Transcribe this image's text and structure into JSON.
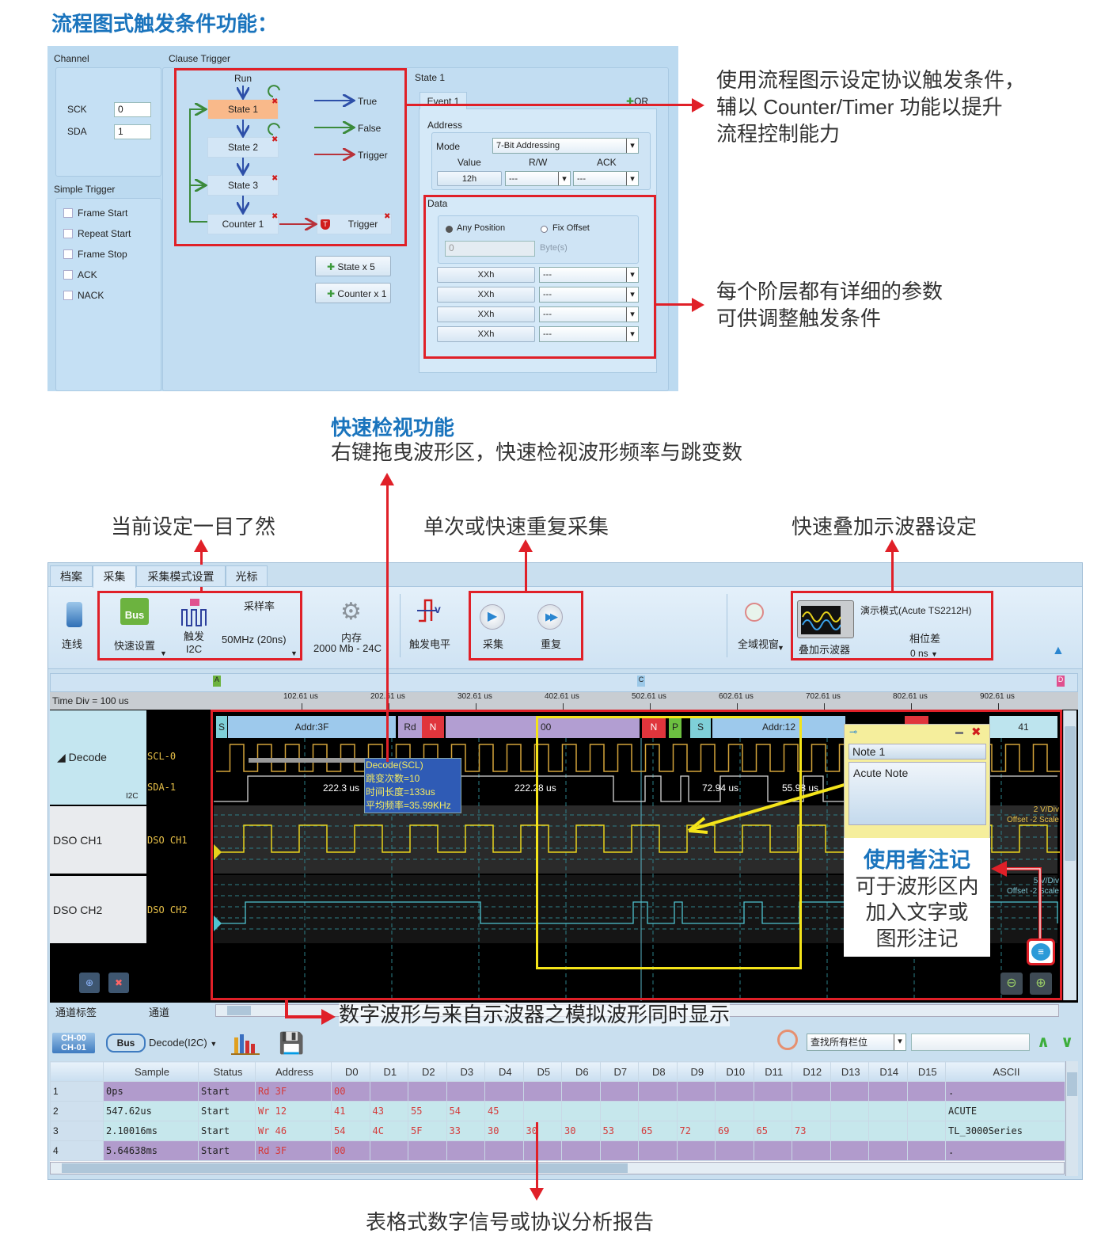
{
  "heading": "流程图式触发条件功能：",
  "trigger_panel": {
    "channel_label": "Channel",
    "sck_label": "SCK",
    "sck_value": "0",
    "sda_label": "SDA",
    "sda_value": "1",
    "simple_trigger_label": "Simple Trigger",
    "simple_triggers": [
      "Frame Start",
      "Repeat Start",
      "Frame Stop",
      "ACK",
      "NACK"
    ],
    "clause_trigger_label": "Clause Trigger",
    "run_label": "Run",
    "states": [
      "State 1",
      "State 2",
      "State 3",
      "Counter 1"
    ],
    "trigger_node": "Trigger",
    "legend": [
      "True",
      "False",
      "Trigger"
    ],
    "add_state": "State x 5",
    "add_counter": "Counter x 1",
    "state_title": "State 1",
    "event_tab": "Event 1",
    "or_button": "OR",
    "address_label": "Address",
    "mode_label": "Mode",
    "mode_value": "7-Bit Addressing",
    "value_label": "Value",
    "rw_label": "R/W",
    "ack_label": "ACK",
    "value": "12h",
    "rw_value": "---",
    "ack_value": "---",
    "data_label": "Data",
    "any_position": "Any Position",
    "fix_offset": "Fix Offset",
    "offset_value": "0",
    "bytes_label": "Byte(s)",
    "data_rows": [
      {
        "v": "XXh",
        "s": "---"
      },
      {
        "v": "XXh",
        "s": "---"
      },
      {
        "v": "XXh",
        "s": "---"
      },
      {
        "v": "XXh",
        "s": "---"
      }
    ]
  },
  "callouts": {
    "flow": [
      "使用流程图示设定协议触发条件，",
      "辅以 Counter/Timer 功能以提升",
      "流程控制能力"
    ],
    "params": [
      "每个阶层都有详细的参数",
      "可供调整触发条件"
    ],
    "quickview_title": "快速检视功能",
    "quickview_desc": "右键拖曳波形区，快速检视波形频率与跳变数",
    "current_settings": "当前设定一目了然",
    "acquire": "单次或快速重复采集",
    "overlay": "快速叠加示波器设定",
    "mixed": "数字波形与来自示波器之模拟波形同时显示",
    "note_title": "使用者注记",
    "note_desc": [
      "可于波形区内",
      "加入文字或",
      "图形注记"
    ],
    "report": "表格式数字信号或协议分析报告"
  },
  "app": {
    "tabs": [
      "档案",
      "采集",
      "采集模式设置",
      "光标"
    ],
    "ribbon": {
      "connect": "连线",
      "quick_setup": "快速设置",
      "bus_icon_text": "Bus",
      "trigger": "触发",
      "trigger_sub": "I2C",
      "sample_rate_label": "采样率",
      "sample_rate": "50MHz (20ns)",
      "memory": "内存",
      "memory_value": "2000 Mb - 24C",
      "trigger_level": "触发电平",
      "acquire": "采集",
      "repeat": "重复",
      "global_view": "全域视窗",
      "demo_mode": "演示模式(Acute TS2212H)",
      "overlay_scope": "叠加示波器",
      "phase_label": "相位差",
      "phase_value": "0 ns"
    },
    "timediv": "Time Div = 100 us",
    "ruler_ticks": [
      "102.61 us",
      "202.61 us",
      "302.61 us",
      "402.61 us",
      "502.61 us",
      "602.61 us",
      "702.61 us",
      "802.61 us",
      "902.61 us"
    ],
    "cursors": [
      "A",
      "C",
      "D"
    ],
    "rows": {
      "decode": "Decode",
      "decode_sub": "I2C",
      "ch1": "DSO CH1",
      "ch2": "DSO CH2"
    },
    "lanes": [
      "SCL-0",
      "SDA-1",
      "DSO CH1",
      "DSO CH2"
    ],
    "decode_segments": [
      "S",
      "Addr:3F",
      "Rd",
      "N",
      "00",
      "N",
      "P",
      "S",
      "Addr:12",
      "41"
    ],
    "measures": [
      "222.3 us",
      "222.28 us",
      "72.94 us",
      "55.98 us"
    ],
    "tooltip": [
      "Decode(SCL)",
      "跳变次数=10",
      "时间长度=133us",
      "平均频率=35.99KHz"
    ],
    "ch1_scale": [
      "2 V/Div",
      "Offset -2 Scale"
    ],
    "ch2_scale": [
      "5 V/Div",
      "Offset -2 Scale"
    ],
    "note": {
      "title": "Note 1",
      "body": "Acute Note"
    },
    "footer": [
      "通道标签",
      "通道"
    ],
    "table_toolbar": {
      "ch_top": "CH-00",
      "ch_bottom": "CH-01",
      "decoder": "Decode(I2C)",
      "search_scope": "查找所有栏位",
      "search_value": ""
    },
    "table": {
      "headers": [
        "",
        "Sample",
        "Status",
        "Address",
        "D0",
        "D1",
        "D2",
        "D3",
        "D4",
        "D5",
        "D6",
        "D7",
        "D8",
        "D9",
        "D10",
        "D11",
        "D12",
        "D13",
        "D14",
        "D15",
        "ASCII"
      ],
      "rows": [
        {
          "type": "rd",
          "cells": [
            "1",
            "0ps",
            "Start",
            "Rd 3F",
            "00",
            "",
            "",
            "",
            "",
            "",
            "",
            "",
            "",
            "",
            "",
            "",
            "",
            "",
            "",
            "",
            "."
          ]
        },
        {
          "type": "wr",
          "cells": [
            "2",
            "547.62us",
            "Start",
            "Wr 12",
            "41",
            "43",
            "55",
            "54",
            "45",
            "",
            "",
            "",
            "",
            "",
            "",
            "",
            "",
            "",
            "",
            "",
            "ACUTE"
          ]
        },
        {
          "type": "wr",
          "cells": [
            "3",
            "2.10016ms",
            "Start",
            "Wr 46",
            "54",
            "4C",
            "5F",
            "33",
            "30",
            "30",
            "30",
            "53",
            "65",
            "72",
            "69",
            "65",
            "73",
            "",
            "",
            "",
            "TL_3000Series"
          ]
        },
        {
          "type": "rd",
          "cells": [
            "4",
            "5.64638ms",
            "Start",
            "Rd 3F",
            "00",
            "",
            "",
            "",
            "",
            "",
            "",
            "",
            "",
            "",
            "",
            "",
            "",
            "",
            "",
            "",
            "."
          ]
        }
      ]
    }
  }
}
